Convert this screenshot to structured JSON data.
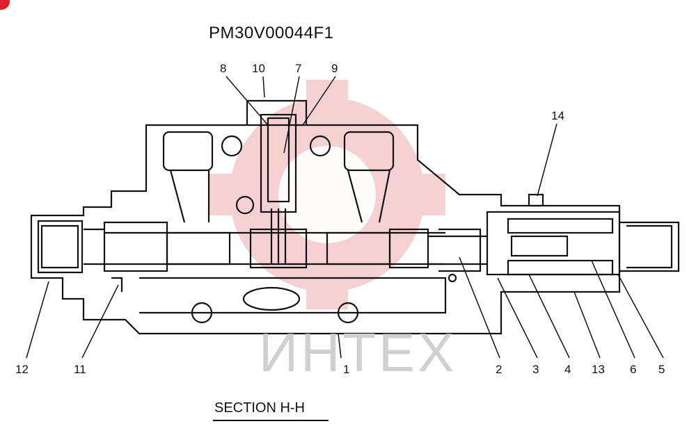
{
  "drawing_code": "PM30V00044F1",
  "section_title": "SECTION  H-H",
  "watermark_text": "ИНТЕХ",
  "part_labels": {
    "top": [
      "8",
      "10",
      "7",
      "9"
    ],
    "right_top": "14",
    "bottom": [
      "12",
      "11",
      "1",
      "2",
      "3",
      "4",
      "13",
      "6",
      "5"
    ]
  },
  "colors": {
    "line": "#111111",
    "watermark": "#f5c9cc",
    "corner_badge": "#e0202a"
  }
}
